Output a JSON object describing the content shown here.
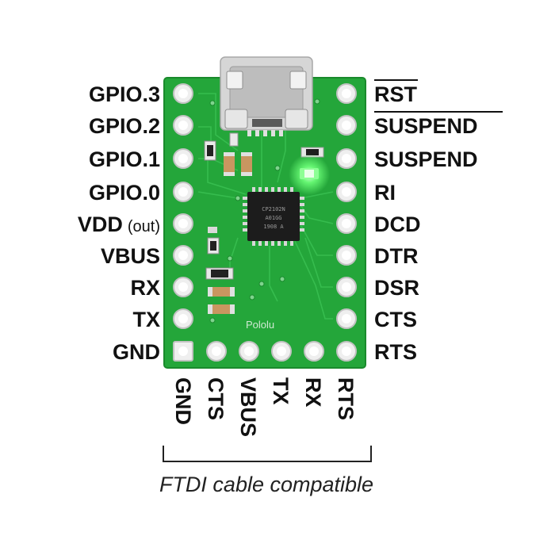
{
  "left_pins": [
    {
      "label": "GPIO.3",
      "suffix": ""
    },
    {
      "label": "GPIO.2",
      "suffix": ""
    },
    {
      "label": "GPIO.1",
      "suffix": ""
    },
    {
      "label": "GPIO.0",
      "suffix": ""
    },
    {
      "label": "VDD",
      "suffix": "(out)"
    },
    {
      "label": "VBUS",
      "suffix": ""
    },
    {
      "label": "RX",
      "suffix": ""
    },
    {
      "label": "TX",
      "suffix": ""
    },
    {
      "label": "GND",
      "suffix": ""
    }
  ],
  "right_pins": [
    {
      "label": "RST",
      "overline": true
    },
    {
      "label": "SUSPEND",
      "overline": true
    },
    {
      "label": "SUSPEND",
      "overline": false
    },
    {
      "label": "RI",
      "overline": false
    },
    {
      "label": "DCD",
      "overline": false
    },
    {
      "label": "DTR",
      "overline": false
    },
    {
      "label": "DSR",
      "overline": false
    },
    {
      "label": "CTS",
      "overline": false
    },
    {
      "label": "RTS",
      "overline": false
    }
  ],
  "bottom_pins": [
    "GND",
    "CTS",
    "VBUS",
    "TX",
    "RX",
    "RTS"
  ],
  "caption": "FTDI cable compatible",
  "silkscreen": "Pololu",
  "chip_marking": [
    "CP2102N",
    "A01GG",
    "1908 A"
  ],
  "colors": {
    "board": "#24a63a",
    "board_dark": "#1b8c2e",
    "pad": "#e9e9e9",
    "chip": "#1c1c1c",
    "led": "#5dff6a",
    "connector": "#c9c9c9"
  }
}
